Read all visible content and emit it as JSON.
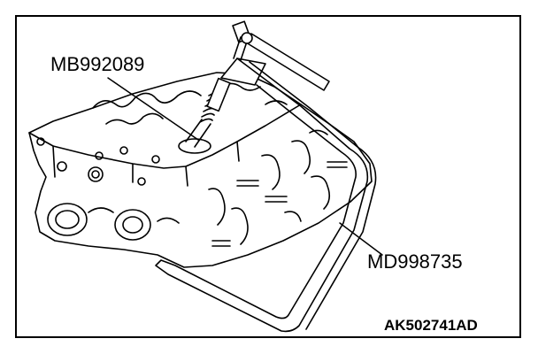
{
  "labels": {
    "tool_1": "MB992089",
    "tool_2": "MD998735",
    "figure_code": "AK502741AD"
  },
  "colors": {
    "line": "#000000",
    "background": "#ffffff"
  },
  "parts": [
    "cylinder-head",
    "valve-spring-compressor",
    "compressor-adapter"
  ]
}
